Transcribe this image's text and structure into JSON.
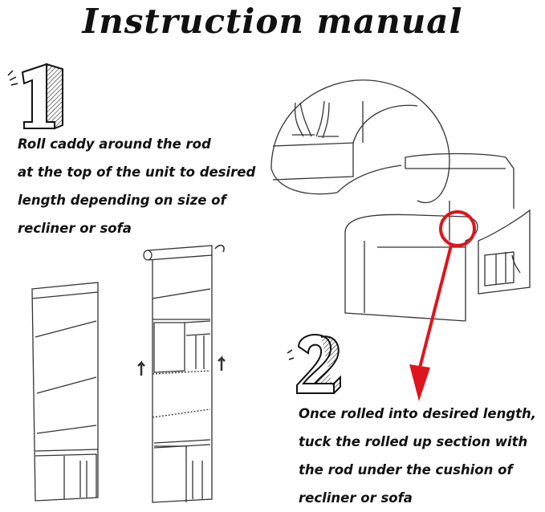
{
  "title": "Instruction manual",
  "steps": [
    {
      "number": "1",
      "lines": [
        "Roll caddy around the rod",
        "at the top of the unit to desired",
        "length depending on size of",
        "recliner or sofa"
      ]
    },
    {
      "number": "2",
      "lines": [
        "Once rolled into desired length,",
        "tuck the rolled up section with",
        "the rod under the cushion of",
        "recliner or sofa"
      ]
    }
  ],
  "colors": {
    "ink": "#111111",
    "highlight": "#e0141e"
  }
}
